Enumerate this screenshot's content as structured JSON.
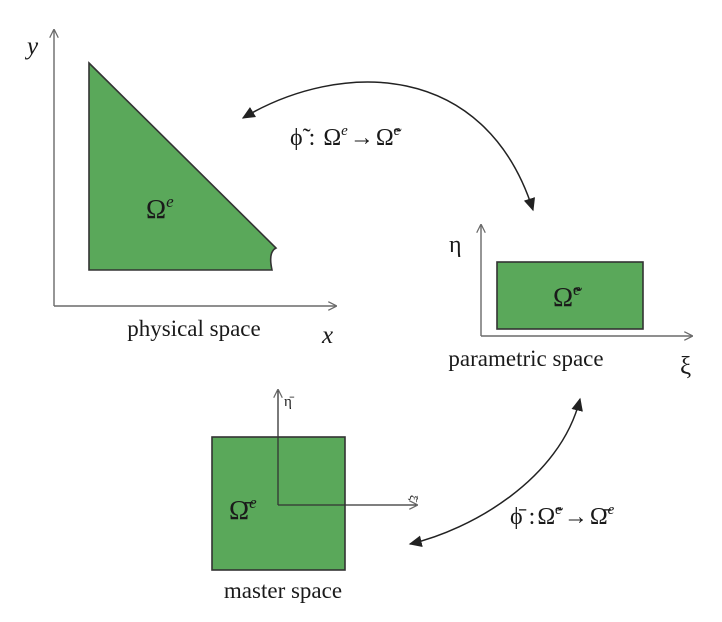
{
  "colors": {
    "fill": "#5aa85a",
    "stroke": "#333333",
    "axis": "#6a6a6a",
    "arrow": "#222222",
    "text": "#1a1a1a"
  },
  "physical": {
    "label": "physical space",
    "axis_x": "x",
    "axis_y": "y",
    "omega_symbol": "Ω",
    "omega_sup": "e"
  },
  "parametric": {
    "label": "parametric space",
    "axis_x": "ξ",
    "axis_y": "η",
    "omega_symbol": "Ω̃",
    "omega_sup": "e"
  },
  "master": {
    "label": "master space",
    "axis_x": "ξ̄",
    "axis_y": "η̄",
    "omega_symbol": "Ω̄",
    "omega_sup": "e"
  },
  "maps": {
    "upper": {
      "phi": "ϕ̃",
      "colon": ":",
      "from": "Ω",
      "from_sup": "e",
      "arrow": "→",
      "to": "Ω̃",
      "to_sup": "e"
    },
    "lower": {
      "phi": "ϕ̄",
      "colon": ":",
      "from": "Ω̃",
      "from_sup": "e",
      "arrow": "→",
      "to": "Ω̄",
      "to_sup": "e"
    }
  }
}
